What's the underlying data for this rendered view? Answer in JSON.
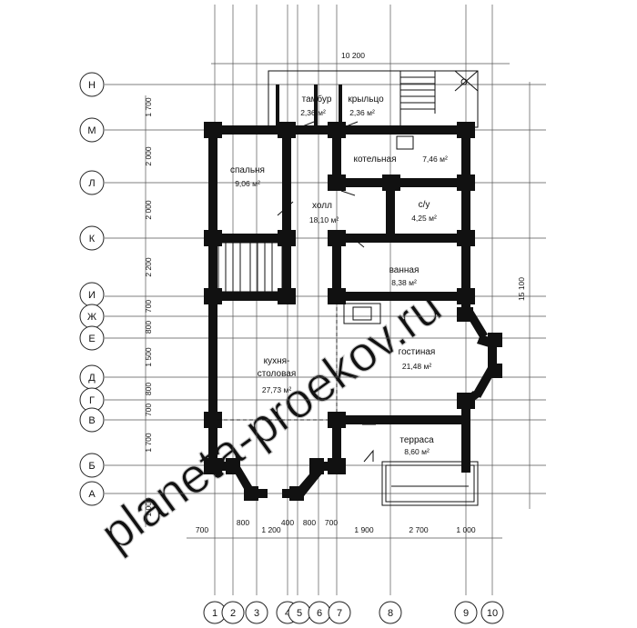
{
  "plan": {
    "top_dimension": "10 200",
    "side_dimension": "15 100",
    "row_axes": [
      "Н",
      "М",
      "Л",
      "К",
      "И",
      "Ж",
      "Е",
      "Д",
      "Г",
      "В",
      "Б",
      "А"
    ],
    "column_axes": [
      "1",
      "2",
      "3",
      "4",
      "5",
      "6",
      "7",
      "8",
      "9",
      "10"
    ],
    "left_dimensions": [
      "1 700",
      "2 000",
      "2 000",
      "2 200",
      "700",
      "800",
      "1 500",
      "800",
      "700",
      "1 700",
      "1 000"
    ],
    "bottom_dimensions": [
      "700",
      "800",
      "1 200",
      "400",
      "800",
      "700",
      "1 900",
      "2 700",
      "1 000"
    ],
    "rooms": [
      {
        "name": "тамбур",
        "area": "2,36 м²"
      },
      {
        "name": "крыльцо",
        "area": "2,36 м²"
      },
      {
        "name": "котельная",
        "area": "7,46 м²"
      },
      {
        "name": "спальня",
        "area": "9,06 м²"
      },
      {
        "name": "холл",
        "area": "18,10 м²"
      },
      {
        "name": "с/у",
        "area": "4,25 м²"
      },
      {
        "name": "ванная",
        "area": "8,38 м²"
      },
      {
        "name": "кухня-",
        "name2": "столовая",
        "area": "27,73 м²"
      },
      {
        "name": "гостиная",
        "area": "21,48 м²"
      },
      {
        "name": "терраса",
        "area": "8,60 м²"
      }
    ],
    "watermark": "planeta-proekov.ru"
  }
}
